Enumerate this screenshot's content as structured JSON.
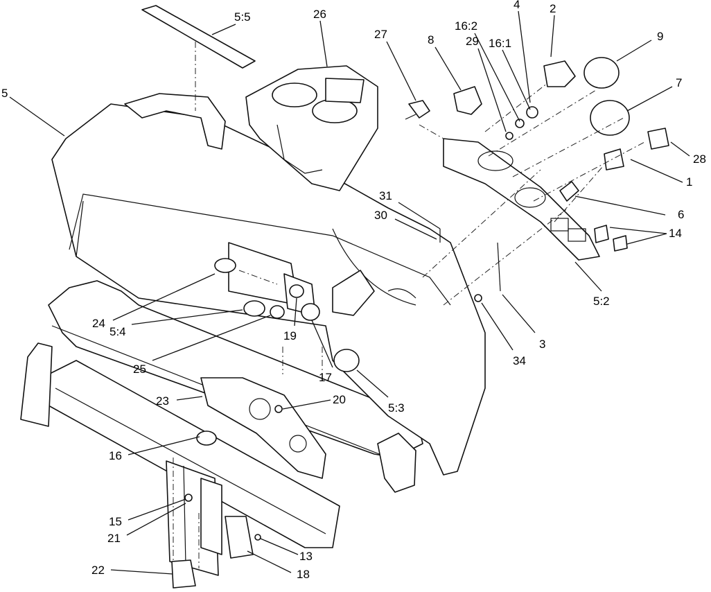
{
  "callouts": {
    "c1": "1",
    "c2": "2",
    "c3": "3",
    "c4": "4",
    "c5": "5",
    "c5_2": "5:2",
    "c5_3": "5:3",
    "c5_4": "5:4",
    "c5_5": "5:5",
    "c6": "6",
    "c7": "7",
    "c8": "8",
    "c9": "9",
    "c13": "13",
    "c14": "14",
    "c15": "15",
    "c16": "16",
    "c16_1": "16:1",
    "c16_2": "16:2",
    "c17": "17",
    "c18": "18",
    "c19": "19",
    "c20": "20",
    "c21": "21",
    "c22": "22",
    "c23": "23",
    "c24": "24",
    "c25": "25",
    "c26": "26",
    "c27": "27",
    "c28": "28",
    "c29": "29",
    "c30": "30",
    "c31": "31",
    "c34": "34"
  }
}
